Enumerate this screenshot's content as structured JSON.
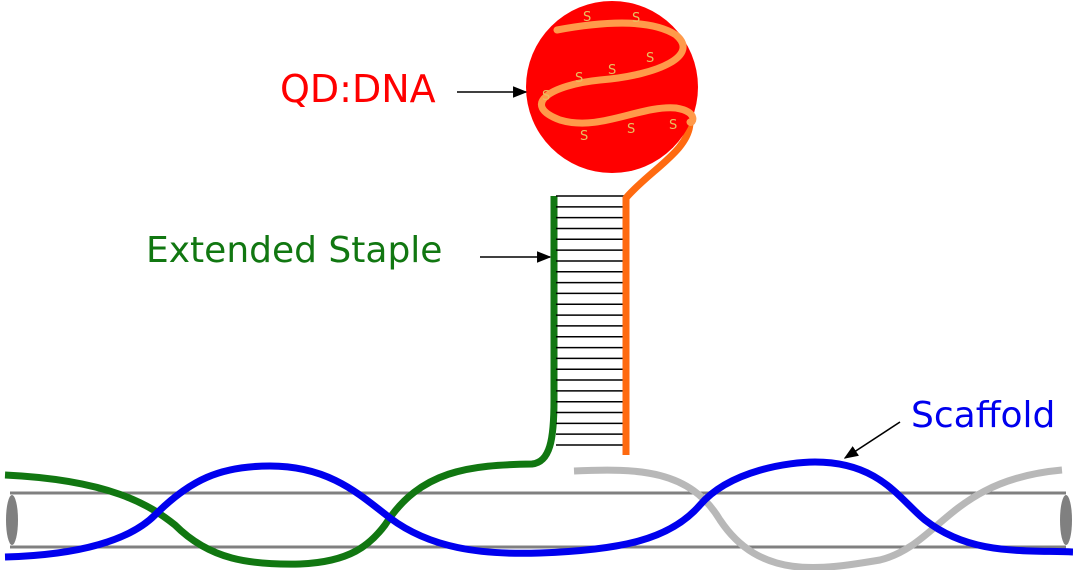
{
  "labels": {
    "qd_dna": "QD:DNA",
    "extended_staple": "Extended Staple",
    "scaffold": "Scaffold"
  },
  "sulfur_mark": "S",
  "colors": {
    "quantum_dot": "#ff0000",
    "dna_strand": "#ff6a10",
    "dna_strand_light": "#ff9a4a",
    "sulfur_text": "#e8c060",
    "staple": "#117711",
    "scaffold": "#0000ee",
    "scaffold_gray": "#b8b8b8",
    "helix_cylinder": "#808080",
    "rungs": "#000000",
    "arrows": "#000000"
  },
  "base_pair_rungs": 24
}
